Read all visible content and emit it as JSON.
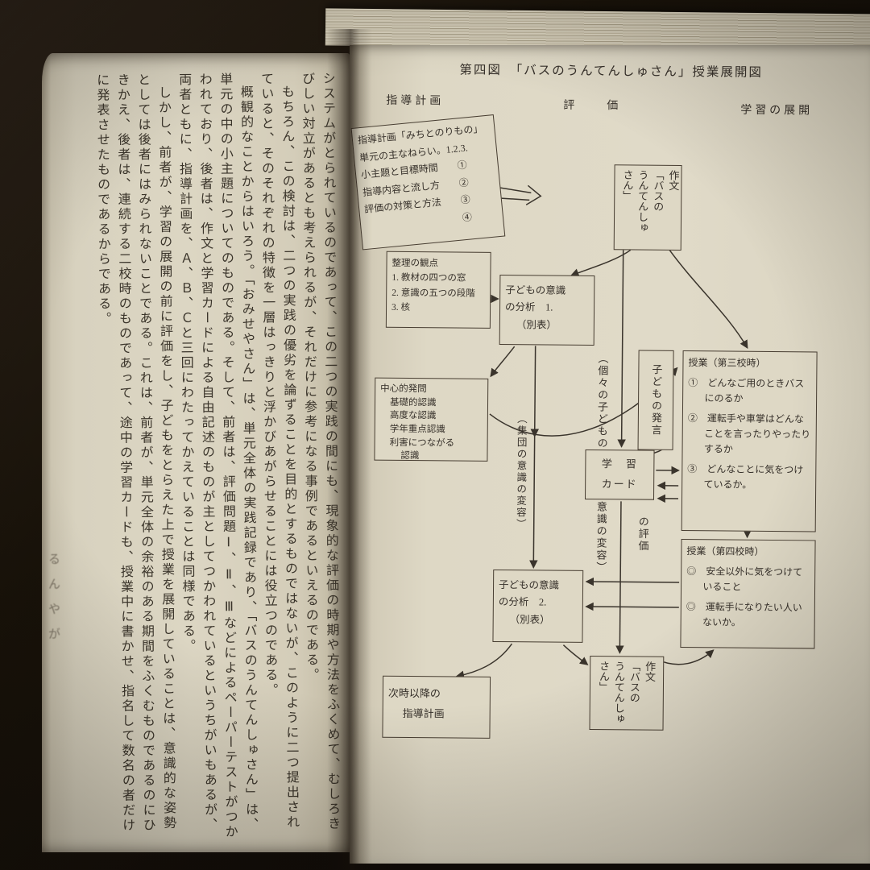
{
  "photo": {
    "background": "#171210",
    "page_color": "#ded8c5",
    "ink_color": "#36302a"
  },
  "left_page": {
    "paragraphs": [
      {
        "text": "システムがとられているのであって、この二つの実践の間にも、現象的な評価の時期や方法をふくめて、むしろきびしい対立があるとも考えられるが、それだけに参考になる事例であるといえるのである。"
      },
      {
        "text": "もちろん、この検討は、二つの実践の優劣を論ずることを目的とするものではないが、このように二つ提出されていると、そのそれぞれの特徴を一層はっきりと浮かびあがらせることには役立つのである。"
      },
      {
        "text": "概観的なことからはいろう。「おみせやさん」は、単元全体の実践記録であり、「バスのうんてんしゅさん」は、単元の中の小主題についてのものである。そして、前者は、評価問題Ⅰ、Ⅱ、Ⅲなどによるペーパーテストがつかわれており、後者は、作文と学習カードによる自由記述のものが主としてつかわれているというちがいもあるが、両者ともに、指導計画を、Ａ、Ｂ、Ｃと三回にわたってかえていることは同様である。"
      },
      {
        "text": "しかし、前者が、学習の展開の前に評価をし、子どもをとらえた上で授業を展開していることは、意識的な姿勢としては後者にはみられないことである。これは、前者が、単元全体の余裕のある期間をふくむものであるのにひきかえ、後者は、連続する二校時のものであって、途中の学習カードも、授業中に書かせ、指名して数名の者だけに発表させたものであるからである。"
      }
    ],
    "edge_fragment": "るんやが"
  },
  "right_page": {
    "title": "第四図　「バスのうんてんしゅさん」授業展開図",
    "column_headers": {
      "plan": "指導計画",
      "evaluation": "評　　価",
      "development": "学習の展開"
    },
    "plan_box": {
      "lines": [
        "指導計画「みちとのりもの」",
        "単元の主なねらい。1.2.3.",
        "小主題と目標時間　　①",
        "指導内容と流し方　　②",
        "評価の対策と方法　　③",
        "　　　　　　　　　　④"
      ]
    },
    "sort_box": {
      "lines": [
        "整理の観点",
        "1. 教材の四つの窓",
        "2. 意識の五つの段階",
        "3. 核"
      ]
    },
    "analysis1_box": {
      "lines": [
        "子どもの意識",
        "の分析　1.",
        "（別表）"
      ]
    },
    "question_box": {
      "lines": [
        "中心的発問",
        "基礎的認識",
        "高度な認識",
        "学年重点認識",
        "利害につながる",
        "認識"
      ]
    },
    "sakubun_top_box": {
      "lines": [
        "作文",
        "「バスの",
        "うんてんしゅ",
        "さん」"
      ]
    },
    "hatsugen_box": {
      "text": "子どもの発言"
    },
    "gakushu_card_box": {
      "lines": [
        "学　習",
        "カード"
      ]
    },
    "jugyo3_box": {
      "header": "授業（第三校時）",
      "items": [
        "①　どんなご用のときバスにのるか",
        "②　運転手や車掌はどんなことを言ったりやったりするか",
        "③　どんなことに気をつけているか。"
      ]
    },
    "jugyo4_box": {
      "header": "授業（第四校時）",
      "items": [
        "◎　安全以外に気をつけていること",
        "◎　運転手になりたい人いないか。"
      ]
    },
    "analysis2_box": {
      "lines": [
        "子どもの意識",
        "の分析　2.",
        "（別表）"
      ]
    },
    "sakubun_bottom_box": {
      "lines": [
        "作文",
        "「バスの",
        "うんてんしゅ",
        "さん」"
      ]
    },
    "next_plan_box": {
      "lines": [
        "次時以降の",
        "指導計画"
      ]
    },
    "labels": {
      "shudan": "（集団の意識の変容）",
      "koko": "（個々の子どもの",
      "ishiki": "意識の変容）",
      "hyoka": "の評価"
    }
  }
}
